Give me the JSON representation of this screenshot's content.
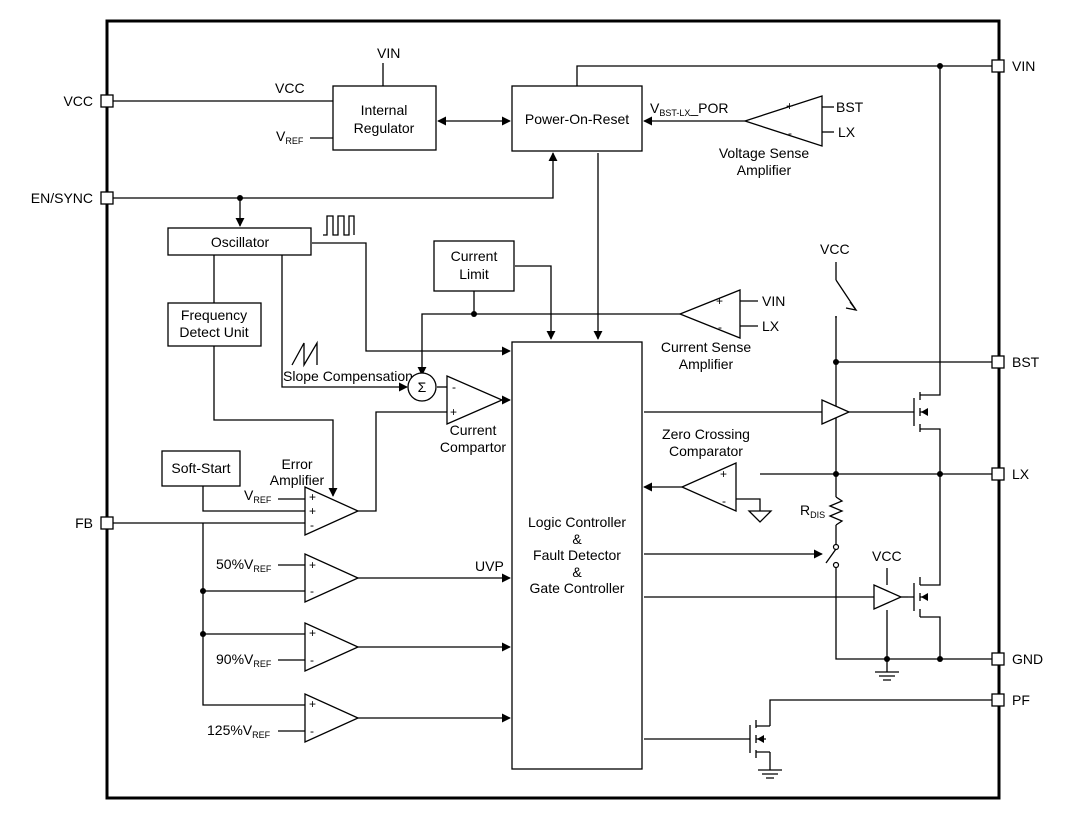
{
  "pins": {
    "vcc": "VCC",
    "en_sync": "EN/SYNC",
    "fb": "FB",
    "vin": "VIN",
    "bst": "BST",
    "lx": "LX",
    "gnd": "GND",
    "pf": "PF"
  },
  "blocks": {
    "internal_regulator": [
      "Internal",
      "Regulator"
    ],
    "power_on_reset": "Power-On-Reset",
    "oscillator": "Oscillator",
    "frequency_detect": [
      "Frequency",
      "Detect Unit"
    ],
    "current_limit": [
      "Current",
      "Limit"
    ],
    "soft_start": "Soft-Start",
    "logic": [
      "Logic Controller",
      "&",
      "Fault Detector",
      "&",
      "Gate Controller"
    ]
  },
  "labels": {
    "reg_vin": "VIN",
    "reg_vcc": "VCC",
    "reg_vref_main": "V",
    "reg_vref_sub": "REF",
    "por_sig_main": "V",
    "por_sig_sub": "BST-LX",
    "por_sig_tail": "_POR",
    "vsa_plus": "BST",
    "vsa_minus": "LX",
    "vsa_title": [
      "Voltage Sense",
      "Amplifier"
    ],
    "csa_plus": "VIN",
    "csa_minus": "LX",
    "csa_title": [
      "Current Sense",
      "Amplifier"
    ],
    "slope": "Slope Compensation",
    "sigma": "Σ",
    "cc_title": [
      "Current",
      "Compartor"
    ],
    "ea_title": [
      "Error",
      "Amplifier"
    ],
    "ea_vref_main": "V",
    "ea_vref_sub": "REF",
    "zc_title": [
      "Zero Crossing",
      "Comparator"
    ],
    "vcc_switch": "VCC",
    "vcc_low": "VCC",
    "rdis_main": "R",
    "rdis_sub": "DIS",
    "uvp": "UVP",
    "c50_main": "50%V",
    "c50_sub": "REF",
    "c90_main": "90%V",
    "c90_sub": "REF",
    "c125_main": "125%V",
    "c125_sub": "REF",
    "plus": "+",
    "minus": "-"
  }
}
